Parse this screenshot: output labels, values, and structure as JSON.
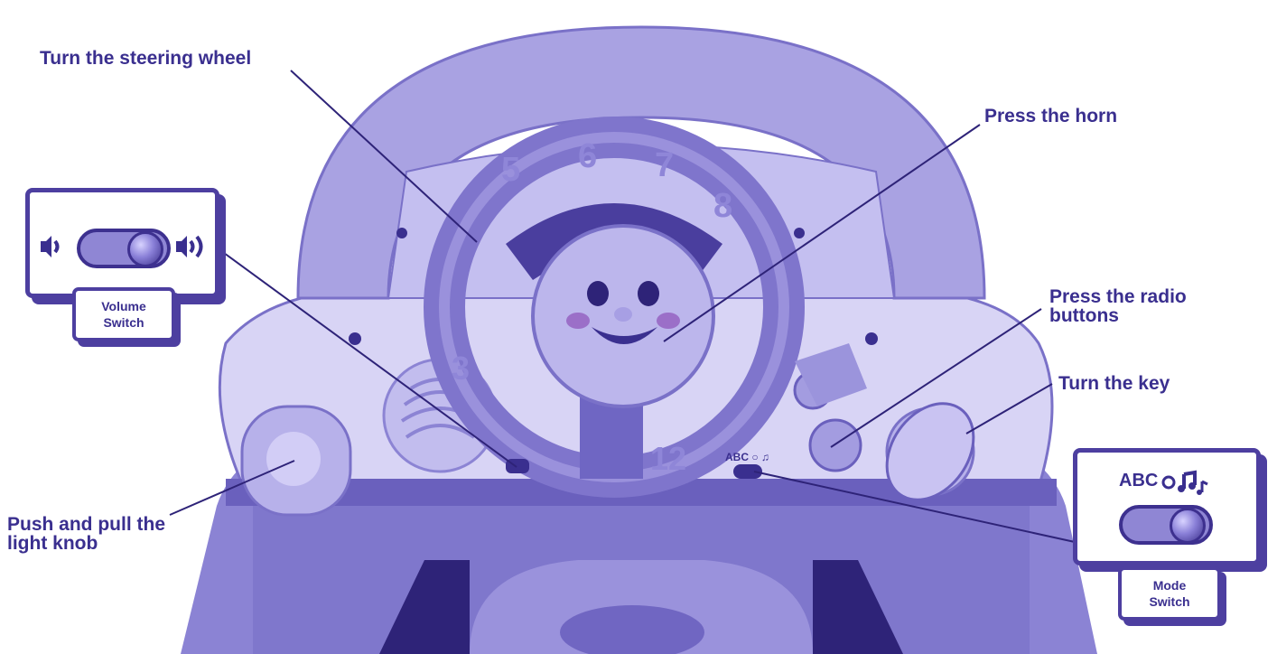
{
  "callouts": {
    "steering": "Turn the steering wheel",
    "horn": "Press the horn",
    "radio": "Press the radio buttons",
    "key": "Turn the key",
    "light": "Push and pull the light knob"
  },
  "volume_panel": {
    "label": "Volume Switch"
  },
  "mode_panel": {
    "label": "Mode Switch",
    "abc_text": "ABC"
  },
  "colors": {
    "ink": "#3a2f8f",
    "toy_body": "#8b83d4",
    "toy_light": "#c9c4f0",
    "toy_dark": "#4a3e9e"
  }
}
